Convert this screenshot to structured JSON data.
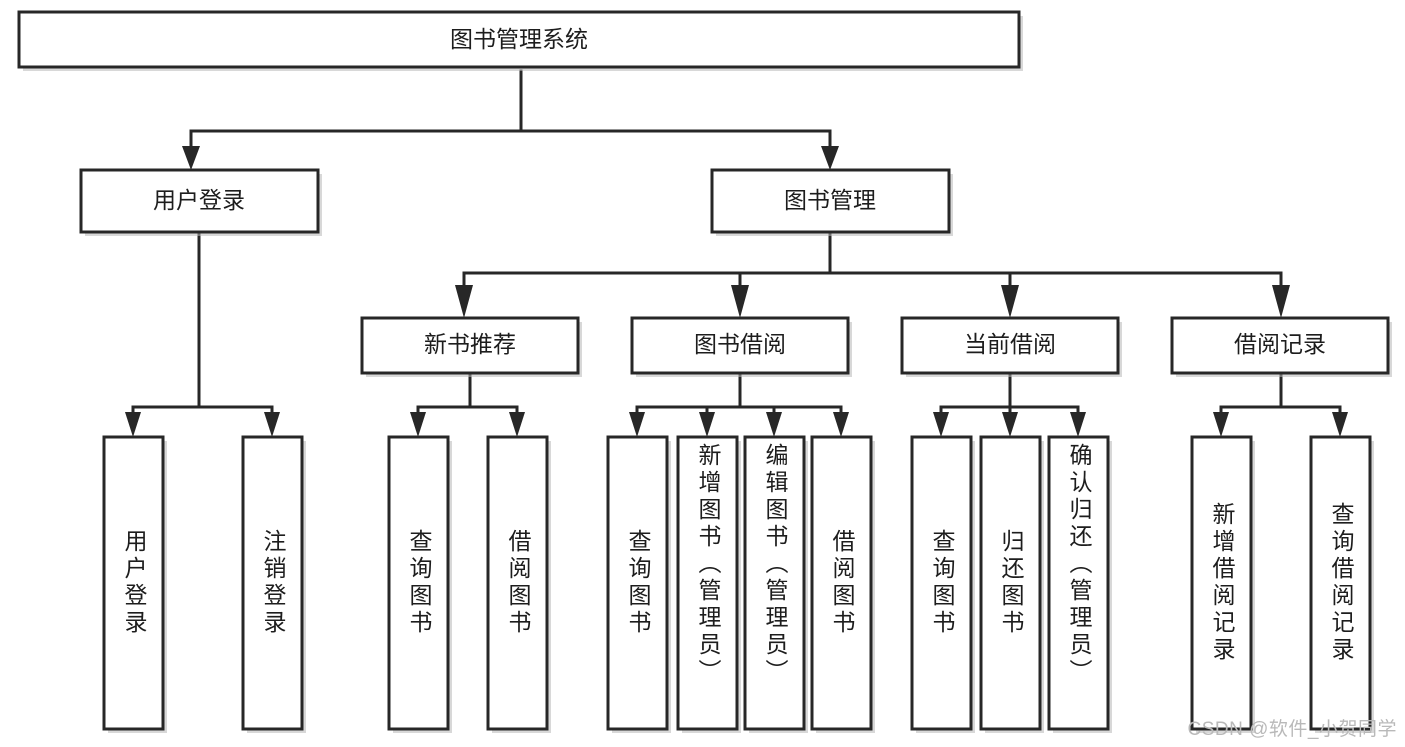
{
  "diagram": {
    "title": "图书管理系统",
    "type": "tree-hierarchy-diagram",
    "colors": {
      "box_stroke": "#272727",
      "box_fill": "#ffffff",
      "connector": "#272727",
      "background": "#ffffff",
      "watermark": "#b9b9b9"
    },
    "root": {
      "label": "图书管理系统"
    },
    "level2": [
      {
        "label": "用户登录"
      },
      {
        "label": "图书管理"
      }
    ],
    "level3": [
      {
        "label": "新书推荐"
      },
      {
        "label": "图书借阅"
      },
      {
        "label": "当前借阅"
      },
      {
        "label": "借阅记录"
      }
    ],
    "leaves": {
      "user_login": [
        {
          "label": "用户登录"
        },
        {
          "label": "注销登录"
        }
      ],
      "new_book_recommend": [
        {
          "label": "查询图书"
        },
        {
          "label": "借阅图书"
        }
      ],
      "book_borrow": [
        {
          "label": "查询图书"
        },
        {
          "label": "新增图书（管理员）"
        },
        {
          "label": "编辑图书（管理员）"
        },
        {
          "label": "借阅图书"
        }
      ],
      "current_borrow": [
        {
          "label": "查询图书"
        },
        {
          "label": "归还图书"
        },
        {
          "label": "确认归还（管理员）"
        }
      ],
      "borrow_record": [
        {
          "label": "新增借阅记录"
        },
        {
          "label": "查询借阅记录"
        }
      ]
    }
  },
  "watermark": {
    "text": "CSDN @软件_小贺同学"
  }
}
